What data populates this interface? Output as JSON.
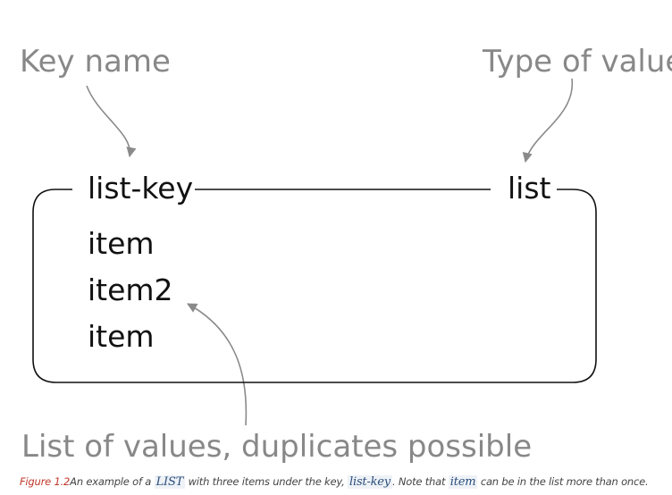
{
  "diagram": {
    "key_name_label": "Key name",
    "type_label": "Type of value",
    "key": "list-key",
    "type": "list",
    "items": [
      "item",
      "item2",
      "item"
    ],
    "values_label": "List of values, duplicates possible"
  },
  "caption": {
    "figure_label": "Figure 1.2",
    "text_1": "An example of a ",
    "code_1": "LIST",
    "text_2": " with three items under the key, ",
    "code_2": "list-key",
    "text_3": ". Note that ",
    "code_3": "item",
    "text_4": " can be in the list more than once."
  }
}
